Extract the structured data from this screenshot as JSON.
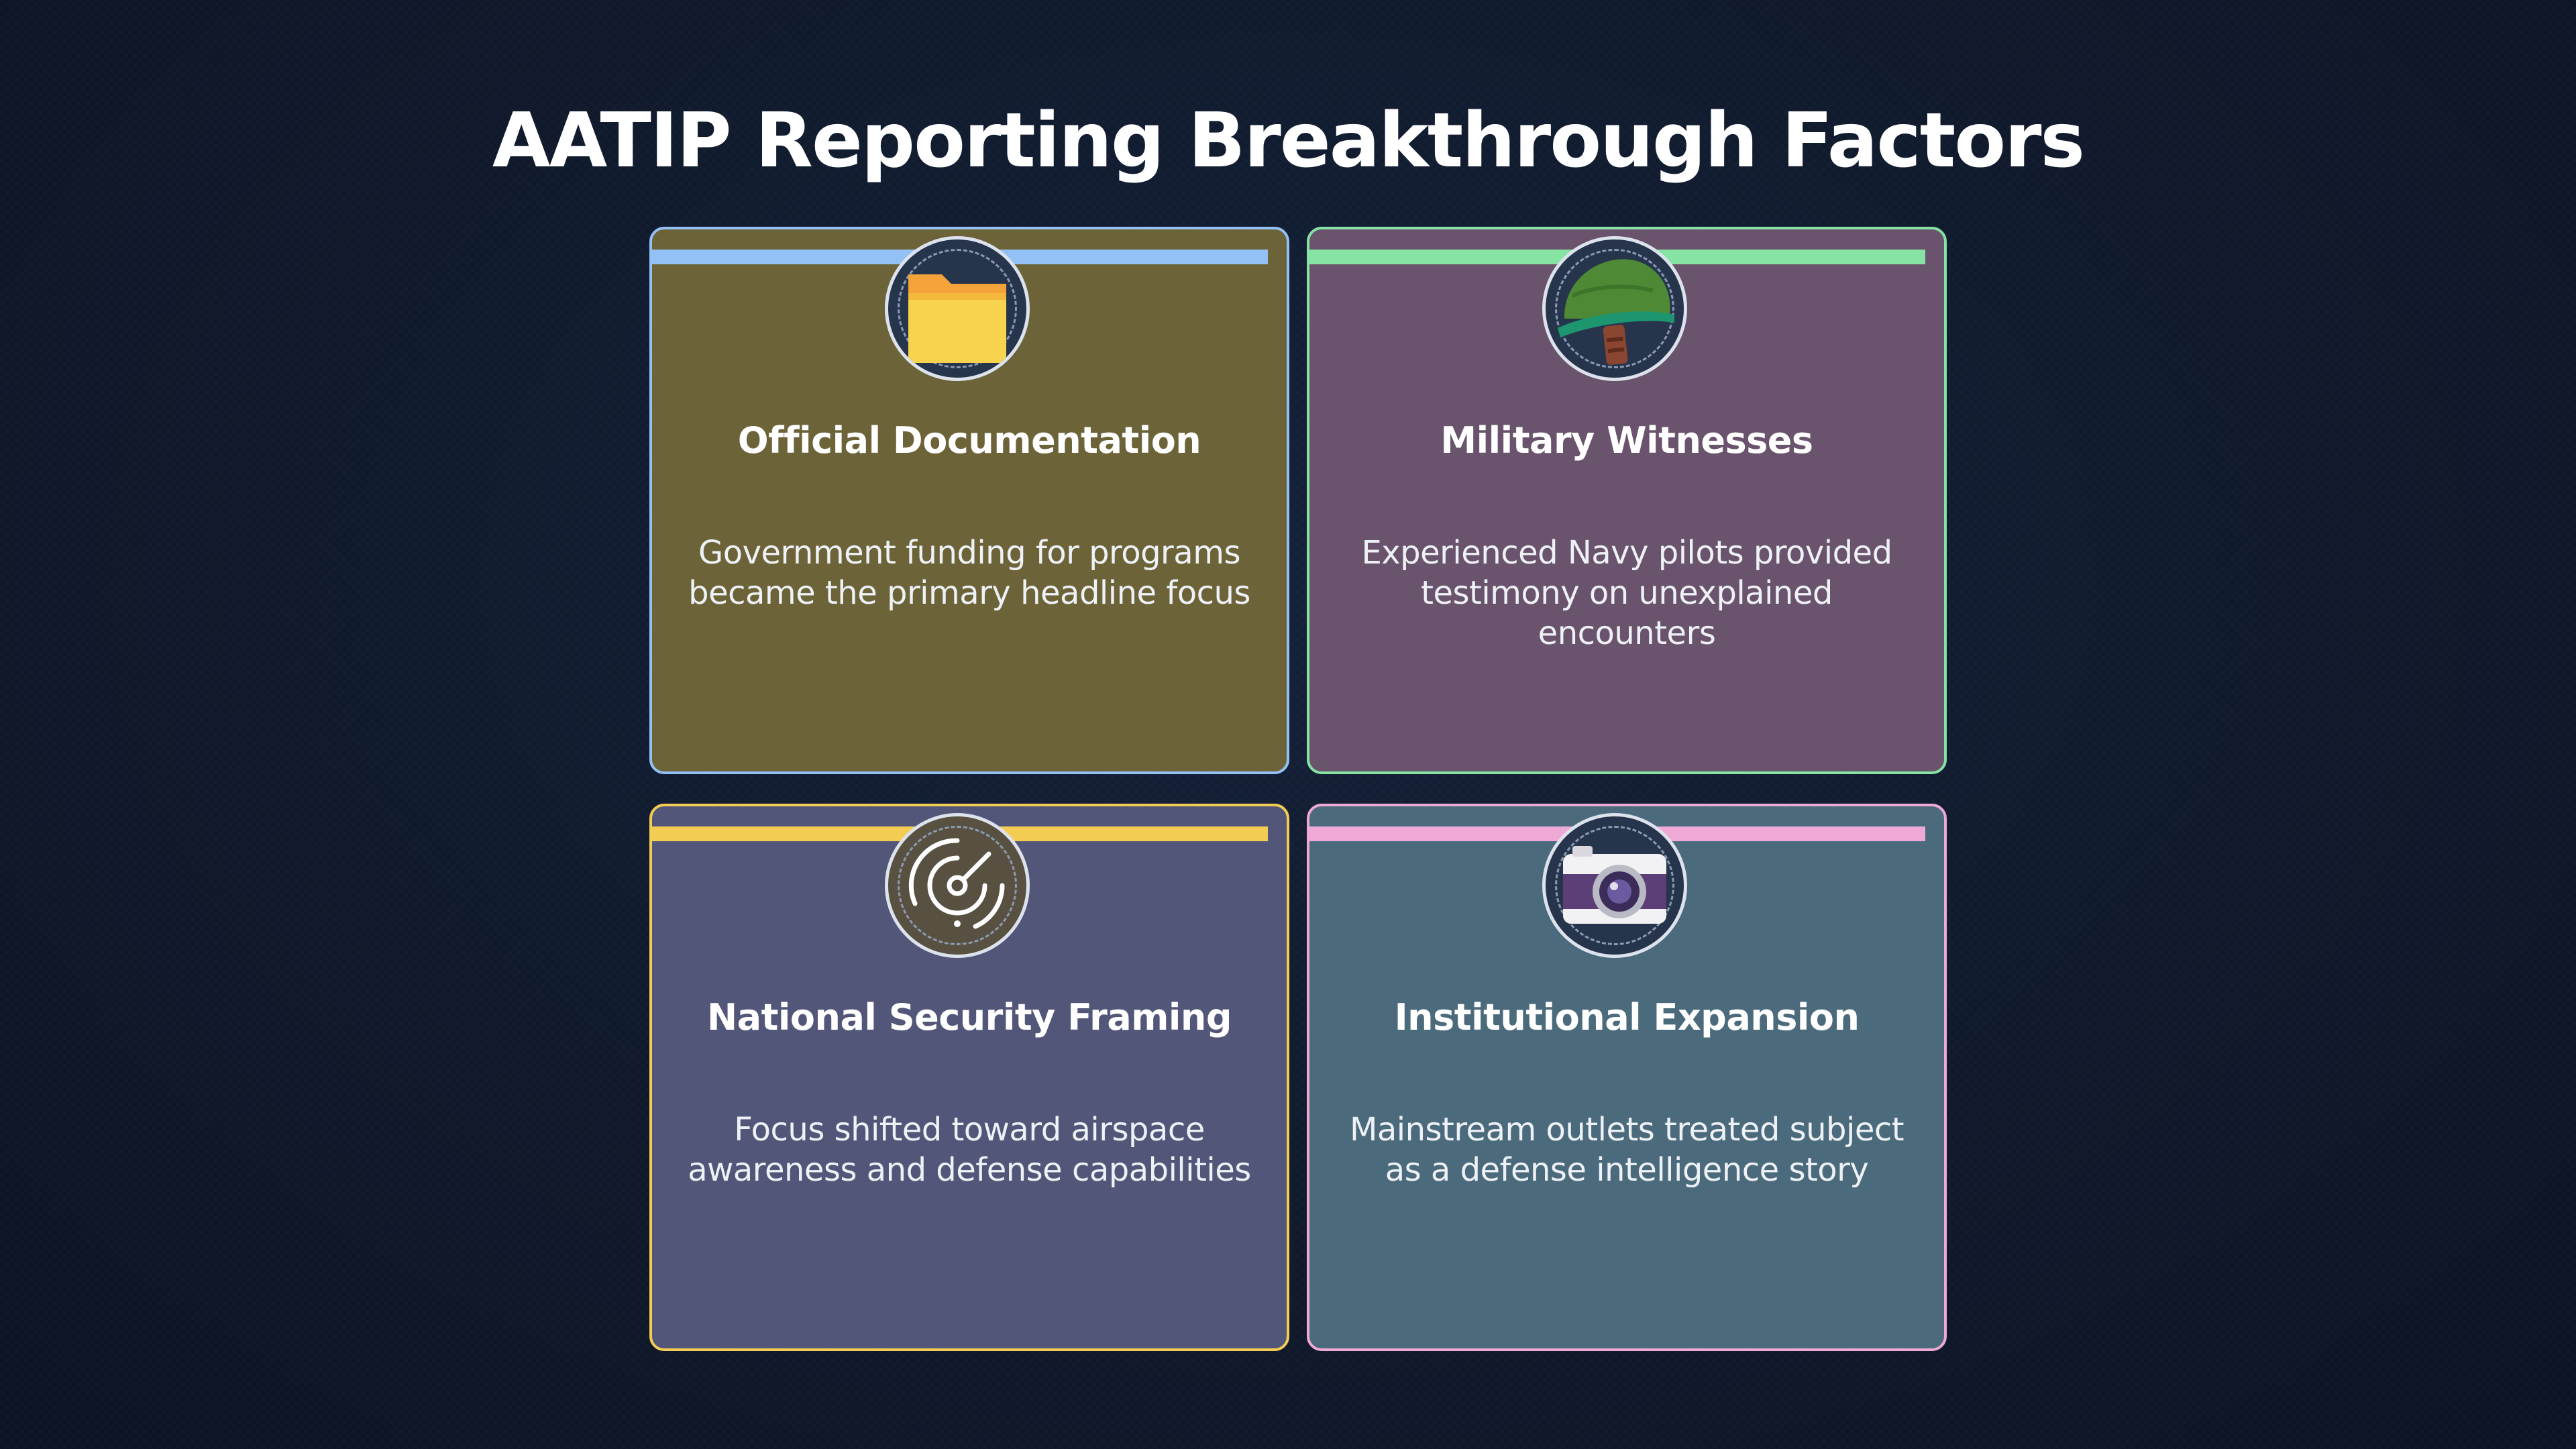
{
  "title": "AATIP Reporting Breakthrough Factors",
  "colors": {
    "background": "#101a2c",
    "card_documentation": "#6c6438",
    "card_witnesses": "#6a536c",
    "card_security": "#525678",
    "card_expansion": "#4b6b7c",
    "accent_blue": "#93c1f5",
    "accent_green": "#86e3a4",
    "accent_yellow": "#f3cd53",
    "accent_pink": "#efa9d6"
  },
  "cards": [
    {
      "title": "Official Documentation",
      "description_lines": [
        "Government funding for programs",
        "became the primary headline focus"
      ],
      "icon": "folder-icon"
    },
    {
      "title": "Military Witnesses",
      "description_lines": [
        "Experienced Navy pilots provided",
        "testimony on unexplained encounters"
      ],
      "icon": "military-helmet-icon"
    },
    {
      "title": "National Security Framing",
      "description_lines": [
        "Focus shifted toward airspace",
        "awareness and defense capabilities"
      ],
      "icon": "radar-icon"
    },
    {
      "title": "Institutional Expansion",
      "description_lines": [
        "Mainstream outlets treated subject",
        "as a defense intelligence story"
      ],
      "icon": "camera-icon"
    }
  ]
}
